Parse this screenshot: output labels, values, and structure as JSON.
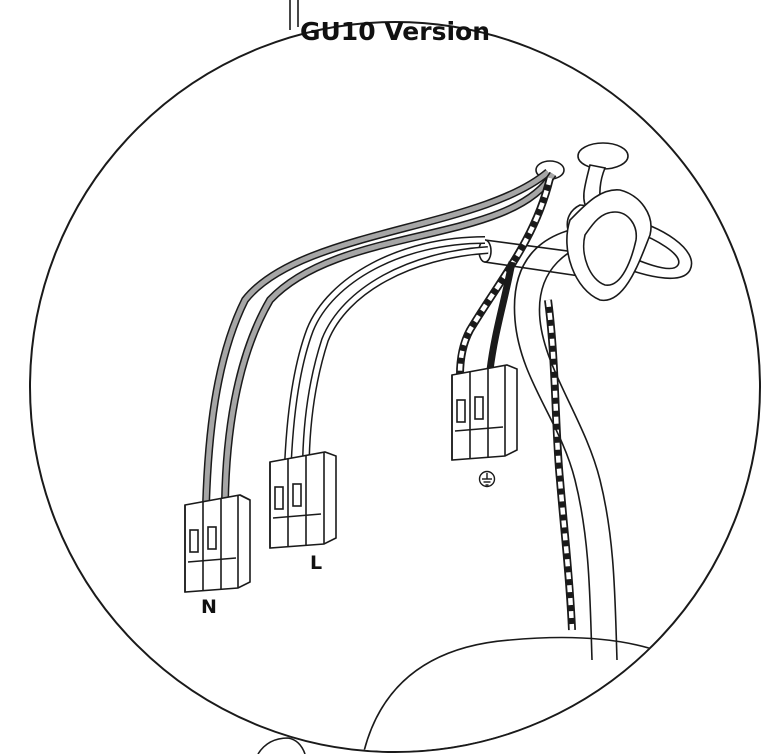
{
  "title": "GU10 Version",
  "labels": {
    "neutral": "N",
    "live": "L"
  },
  "icons": {
    "earth": "earth-ground-icon"
  },
  "colors": {
    "line": "#1a1a1a",
    "neutral_wire": "#a6a6a6",
    "background": "#ffffff"
  }
}
